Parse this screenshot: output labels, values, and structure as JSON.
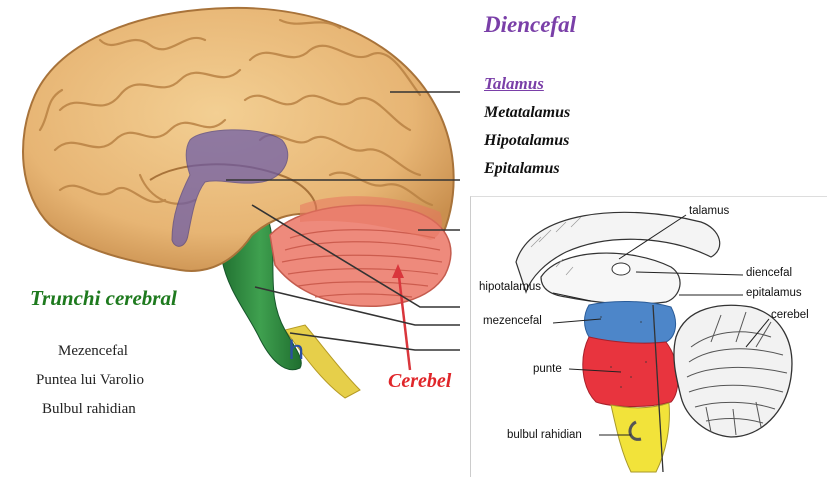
{
  "colors": {
    "diencefal_title": "#7a3fa8",
    "talamus_link": "#7a3fa8",
    "trunchi_title": "#1e7a1e",
    "cerebel_title": "#e0262a",
    "brain_tan": "#e8b877",
    "cerebellum_pink": "#ef8a7d",
    "thalamus_purple": "#6b5aa6",
    "brainstem_green": "#2e8b3e",
    "medulla_yellow": "#e9d24a",
    "diagram_blue": "#4d86c9",
    "diagram_red": "#e8343e",
    "diagram_yellow": "#f2e33a"
  },
  "right_panel": {
    "title": "Diencefal",
    "items": [
      "Talamus",
      "Metatalamus",
      "Hipotalamus",
      "Epitalamus"
    ]
  },
  "left_panel": {
    "title": "Trunchi cerebral",
    "items": [
      "Mezencefal",
      "Puntea lui Varolio",
      "Bulbul rahidian"
    ]
  },
  "cerebel_label": "Cerebel",
  "image_letter": "h",
  "diagram_labels": {
    "talamus": "talamus",
    "diencefal": "diencefal",
    "hipotalamus": "hipotalamus",
    "epitalamus": "epitalamus",
    "mezencefal": "mezencefal",
    "cerebel": "cerebel",
    "punte": "punte",
    "bulbul": "bulbul rahidian"
  }
}
